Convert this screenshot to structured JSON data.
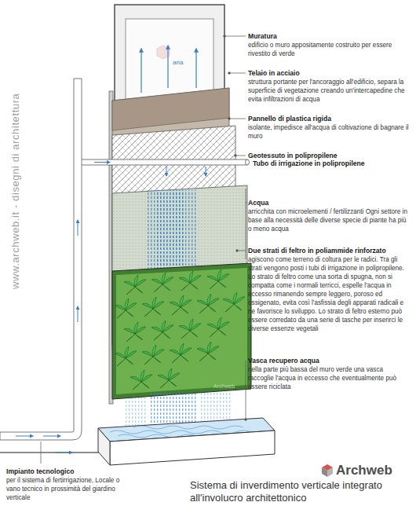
{
  "diagram": {
    "caption": "Sistema di inverdimento verticale integrato all'involucro architettonico",
    "labels": [
      "www.archweb.it - disegni di architettura",
      "aria",
      "Muratura",
      "edificio o muro appositamente costruito per essere rivestito di verde",
      "Telaio in acciaio",
      "struttura portante per l'ancoraggio all'edificio, separa la superficie di vegetazione creando un'intercapedine che evita infiltrazioni di acqua",
      "Pannello di plastica rigida",
      "isolante, impedisce all'acqua di coltivazione di bagnare il muro",
      "Geotessuto in polipropilene",
      "Tubo di irrigazione in polipropilene",
      "Acqua",
      "arricchita con microelementi / fertilizzanti Ogni settore in base alla necessità delle diverse specie di piante ha più o meno acqua",
      "Due strati di feltro in poliammide rinforzato",
      "agiscono come terreno di coltura per le radici. Tra gli strati vengono posti i tubi di irrigazione in polipropilene. Lo strato di feltro come una sorta di spugna, non si compatta come i normali terricci, espelle l'acqua in eccesso rimanendo sempre leggero, poroso ed ossigenato, evita così l'asfissia degli apparati radicali e ne favorisce lo sviluppo. Lo strato di feltro esterno può essere corredato da una serie di tasche per inserirci le diverse essenze vegetali",
      "Vasca recupero acqua",
      "nella parte più bassa del muro verde una vasca raccoglie l'acqua in eccesso che eventualmente può essere riciclata",
      "Impianto tecnologico",
      "per il sistema di fertirrigazione, Locale o vano tecnico in prossimità del giardino verticale",
      "Archweb",
      "Archweb"
    ]
  }
}
